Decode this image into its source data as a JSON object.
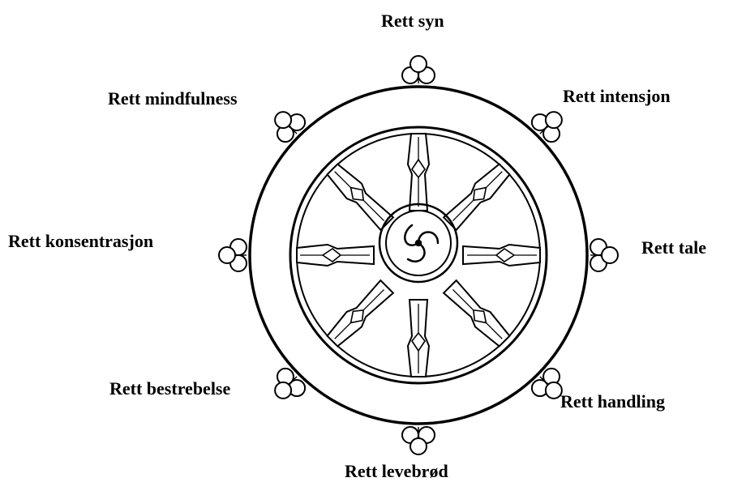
{
  "diagram": {
    "colors": {
      "ink": "#000000",
      "background": "#ffffff"
    },
    "labels": {
      "top": "Rett syn",
      "top_right": "Rett intensjon",
      "right": "Rett tale",
      "bottom_right": "Rett handling",
      "bottom": "Rett levebrød",
      "bottom_left": "Rett bestrebelse",
      "left": "Rett konsentrasjon",
      "top_left": "Rett mindfulness"
    }
  }
}
